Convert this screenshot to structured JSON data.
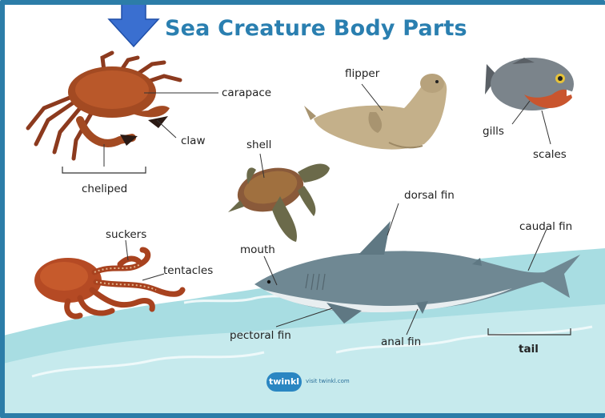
{
  "title": "Sea Creature Body Parts",
  "labels": {
    "carapace": "carapace",
    "claw": "claw",
    "cheliped": "cheliped",
    "flipper": "flipper",
    "gills": "gills",
    "scales": "scales",
    "shell": "shell",
    "dorsal_fin": "dorsal fin",
    "caudal_fin": "caudal fin",
    "mouth": "mouth",
    "suckers": "suckers",
    "tentacles": "tentacles",
    "pectoral_fin": "pectoral fin",
    "anal_fin": "anal fin",
    "tail": "tail"
  },
  "footer": {
    "logo": "twinkl",
    "url": "visit twinkl.com"
  },
  "colors": {
    "title": "#2a7fb0",
    "frame": "#2c7da8",
    "arrow": "#3a6fd0",
    "water": "#8fd0d8"
  }
}
